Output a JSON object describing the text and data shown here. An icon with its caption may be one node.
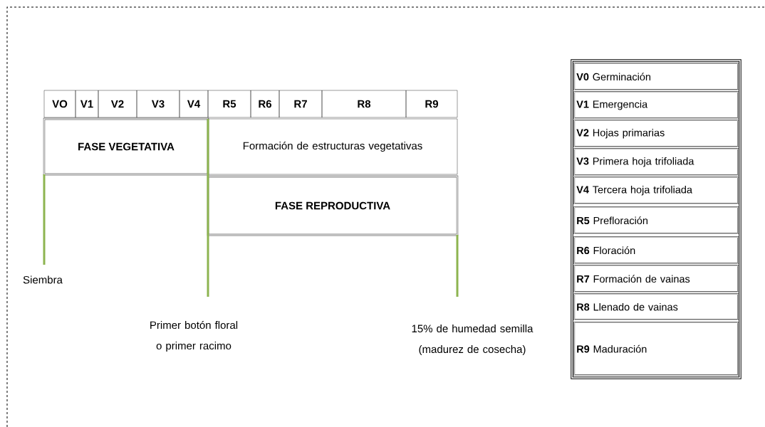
{
  "diagram": {
    "nodes": [
      {
        "text": [
          "VO"
        ]
      },
      {
        "text": [
          "V1"
        ]
      },
      {
        "text": [
          "V2"
        ]
      },
      {
        "text": [
          "V3"
        ]
      },
      {
        "text": [
          "V4"
        ]
      },
      {
        "text": [
          "R5"
        ]
      },
      {
        "text": [
          "R6"
        ]
      },
      {
        "text": [
          "R7"
        ]
      },
      {
        "text": [
          "R8"
        ]
      },
      {
        "text": [
          "R9"
        ]
      },
      {
        "text": [
          "FASE VEGETATIVA"
        ]
      },
      {
        "text": [
          "Formación de estructuras vegetativas"
        ]
      },
      {
        "text": [
          "FASE REPRODUCTIVA"
        ]
      },
      {
        "text": [
          "Siembra"
        ]
      },
      {
        "text": [
          "Primer botón floral o primer racimo"
        ]
      },
      {
        "text": [
          "15% de humedad semilla (madurez de cosecha)"
        ]
      }
    ],
    "edges": [
      {
        "from": 13,
        "to": 10,
        "arrow": "none"
      },
      {
        "from": 14,
        "to": 11,
        "arrow": "none"
      },
      {
        "from": 15,
        "to": 12,
        "arrow": "none"
      }
    ],
    "labels": [
      "**V0** Germinación",
      "**V1** Emergencia",
      "**V2** Hojas primarias",
      "**V3** Primera hoja trifoliada",
      "**V4** Tercera hoja trifoliada",
      "**R5** Prefloración",
      "**R6** Floración",
      "**R7** Formación de vainas",
      "**R8** Llenado de vainas",
      "**R9** Maduración"
    ]
  }
}
